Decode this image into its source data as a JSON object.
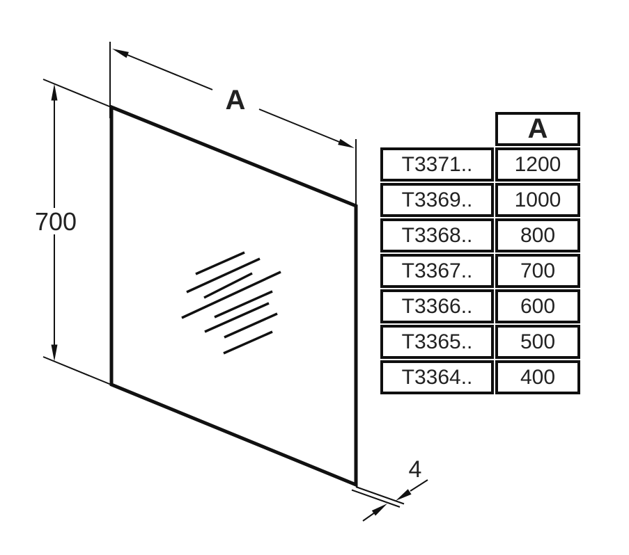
{
  "drawing": {
    "width_label": "A",
    "height_label": "700",
    "thickness_label": "4"
  },
  "table": {
    "header": "A",
    "rows": [
      {
        "code": "T3371..",
        "size": "1200"
      },
      {
        "code": "T3369..",
        "size": "1000"
      },
      {
        "code": "T3368..",
        "size": "800"
      },
      {
        "code": "T3367..",
        "size": "700"
      },
      {
        "code": "T3366..",
        "size": "600"
      },
      {
        "code": "T3365..",
        "size": "500"
      },
      {
        "code": "T3364..",
        "size": "400"
      }
    ]
  },
  "colors": {
    "line": "#111111",
    "text": "#222222"
  }
}
